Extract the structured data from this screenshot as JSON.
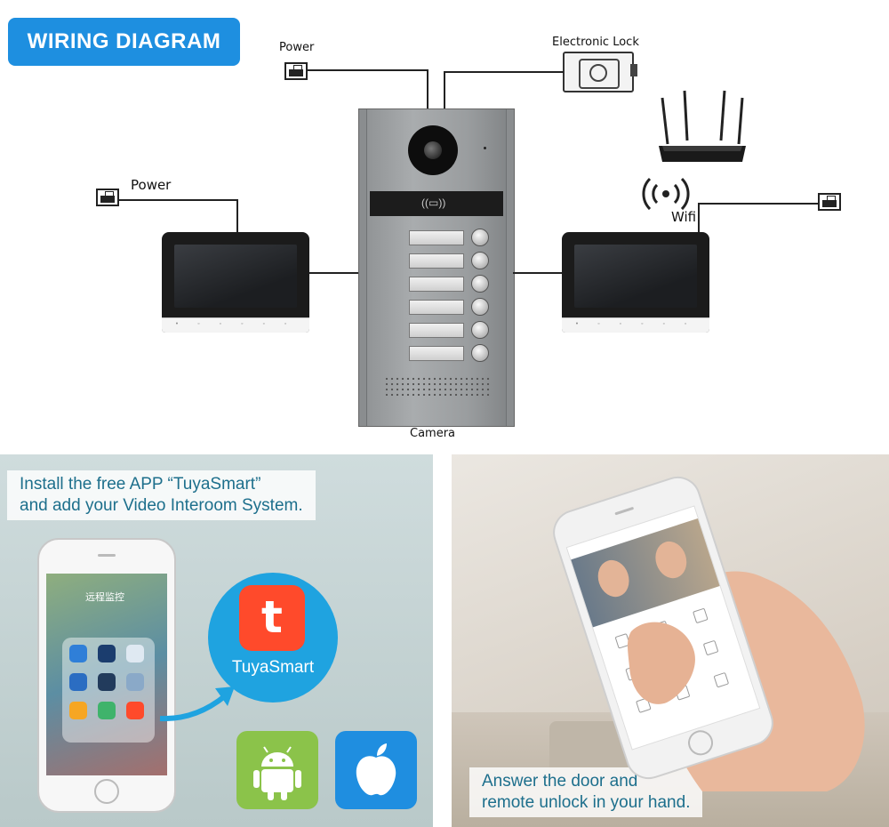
{
  "diagram": {
    "title": "WIRING DIAGRAM",
    "labels": {
      "power_top": "Power",
      "electronic_lock": "Electronic Lock",
      "power_left": "Power",
      "wifi": "Wifi",
      "camera": "Camera"
    }
  },
  "promo_left": {
    "caption_line1": "Install the free APP “TuyaSmart”",
    "caption_line2": "and add your Video Interoom System.",
    "phone_folder_label": "远程监控",
    "app_name": "TuyaSmart",
    "app_icon_glyph": "t",
    "store_icons": [
      "android-icon",
      "apple-icon"
    ]
  },
  "promo_right": {
    "caption_line1": "Answer the door and",
    "caption_line2": "remote unlock in your hand."
  },
  "colors": {
    "title_badge": "#1e8fe0",
    "tuya_circle": "#1fa3e0",
    "tuya_icon": "#ff4a2b",
    "android_badge": "#8bc34a",
    "apple_badge": "#1f8ee0",
    "caption_text": "#1d6f8c"
  }
}
